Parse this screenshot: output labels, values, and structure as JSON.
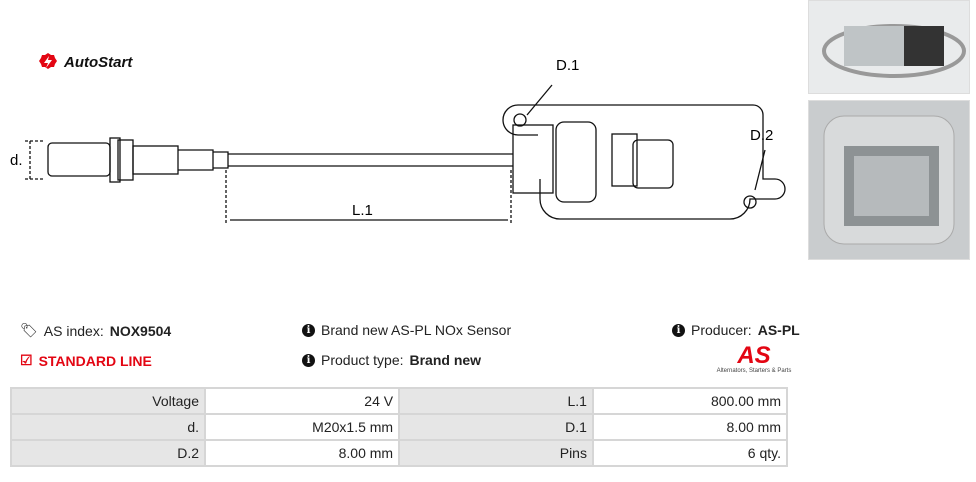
{
  "brand": {
    "name": "AutoStart"
  },
  "diagram": {
    "labels": {
      "d": "d.",
      "l1": "L.1",
      "d1": "D.1",
      "d2": "D.2"
    }
  },
  "info": {
    "as_index_label": "AS index:",
    "as_index_value": "NOX9504",
    "description": "Brand new AS-PL NOx Sensor",
    "producer_label": "Producer:",
    "producer_value": "AS-PL",
    "line": "STANDARD LINE",
    "product_type_label": "Product type:",
    "product_type_value": "Brand new",
    "producer_logo_text": "AS",
    "producer_logo_tagline": "Alternators, Starters & Parts"
  },
  "specs": [
    [
      "Voltage",
      "24 V",
      "L.1",
      "800.00 mm"
    ],
    [
      "d.",
      "M20x1.5 mm",
      "D.1",
      "8.00 mm"
    ],
    [
      "D.2",
      "8.00 mm",
      "Pins",
      "6 qty."
    ]
  ],
  "colors": {
    "accent": "#e30613"
  }
}
